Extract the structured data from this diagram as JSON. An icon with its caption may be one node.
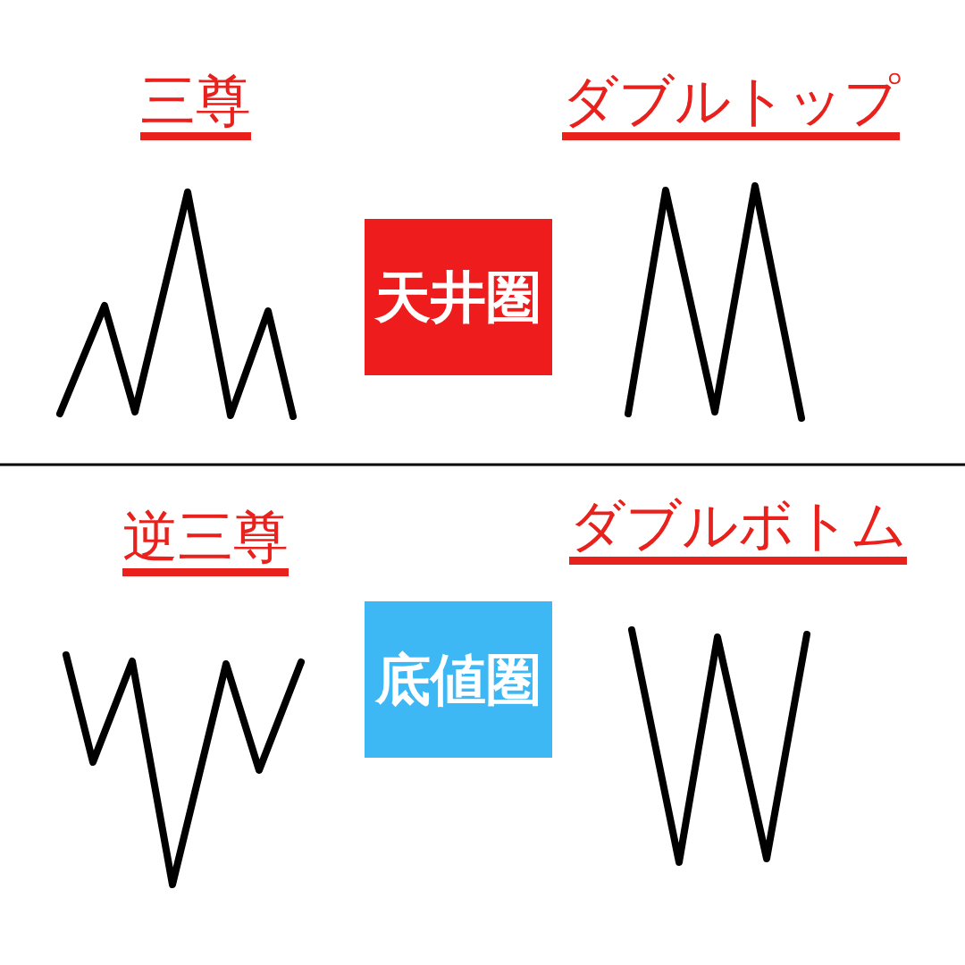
{
  "diagram": {
    "nodes": [
      {
        "text": [
          "天井圏"
        ]
      },
      {
        "text": [
          "底値圏"
        ]
      }
    ],
    "labels": [
      "三尊",
      "ダブルトップ",
      "逆三尊",
      "ダブルボトム"
    ]
  }
}
